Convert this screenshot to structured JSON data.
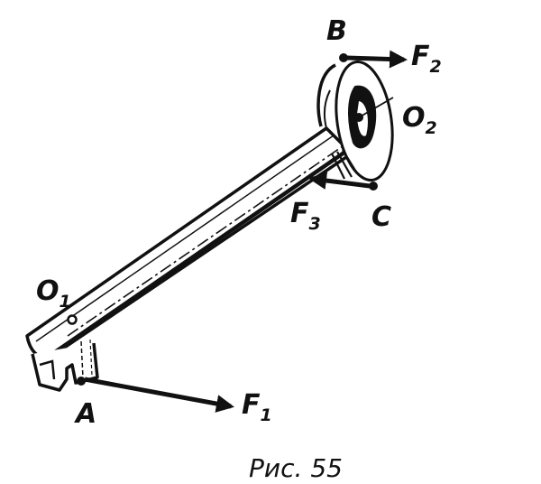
{
  "labels": {
    "A": "A",
    "B": "B",
    "C": "C",
    "O1_main": "O",
    "O1_sub": "1",
    "O2_main": "O",
    "O2_sub": "2",
    "F1_main": "F",
    "F1_sub": "1",
    "F2_main": "F",
    "F2_sub": "2",
    "F3_main": "F",
    "F3_sub": "3"
  },
  "caption": "Рис. 55",
  "colors": {
    "ink": "#111111",
    "paper": "#ffffff"
  }
}
